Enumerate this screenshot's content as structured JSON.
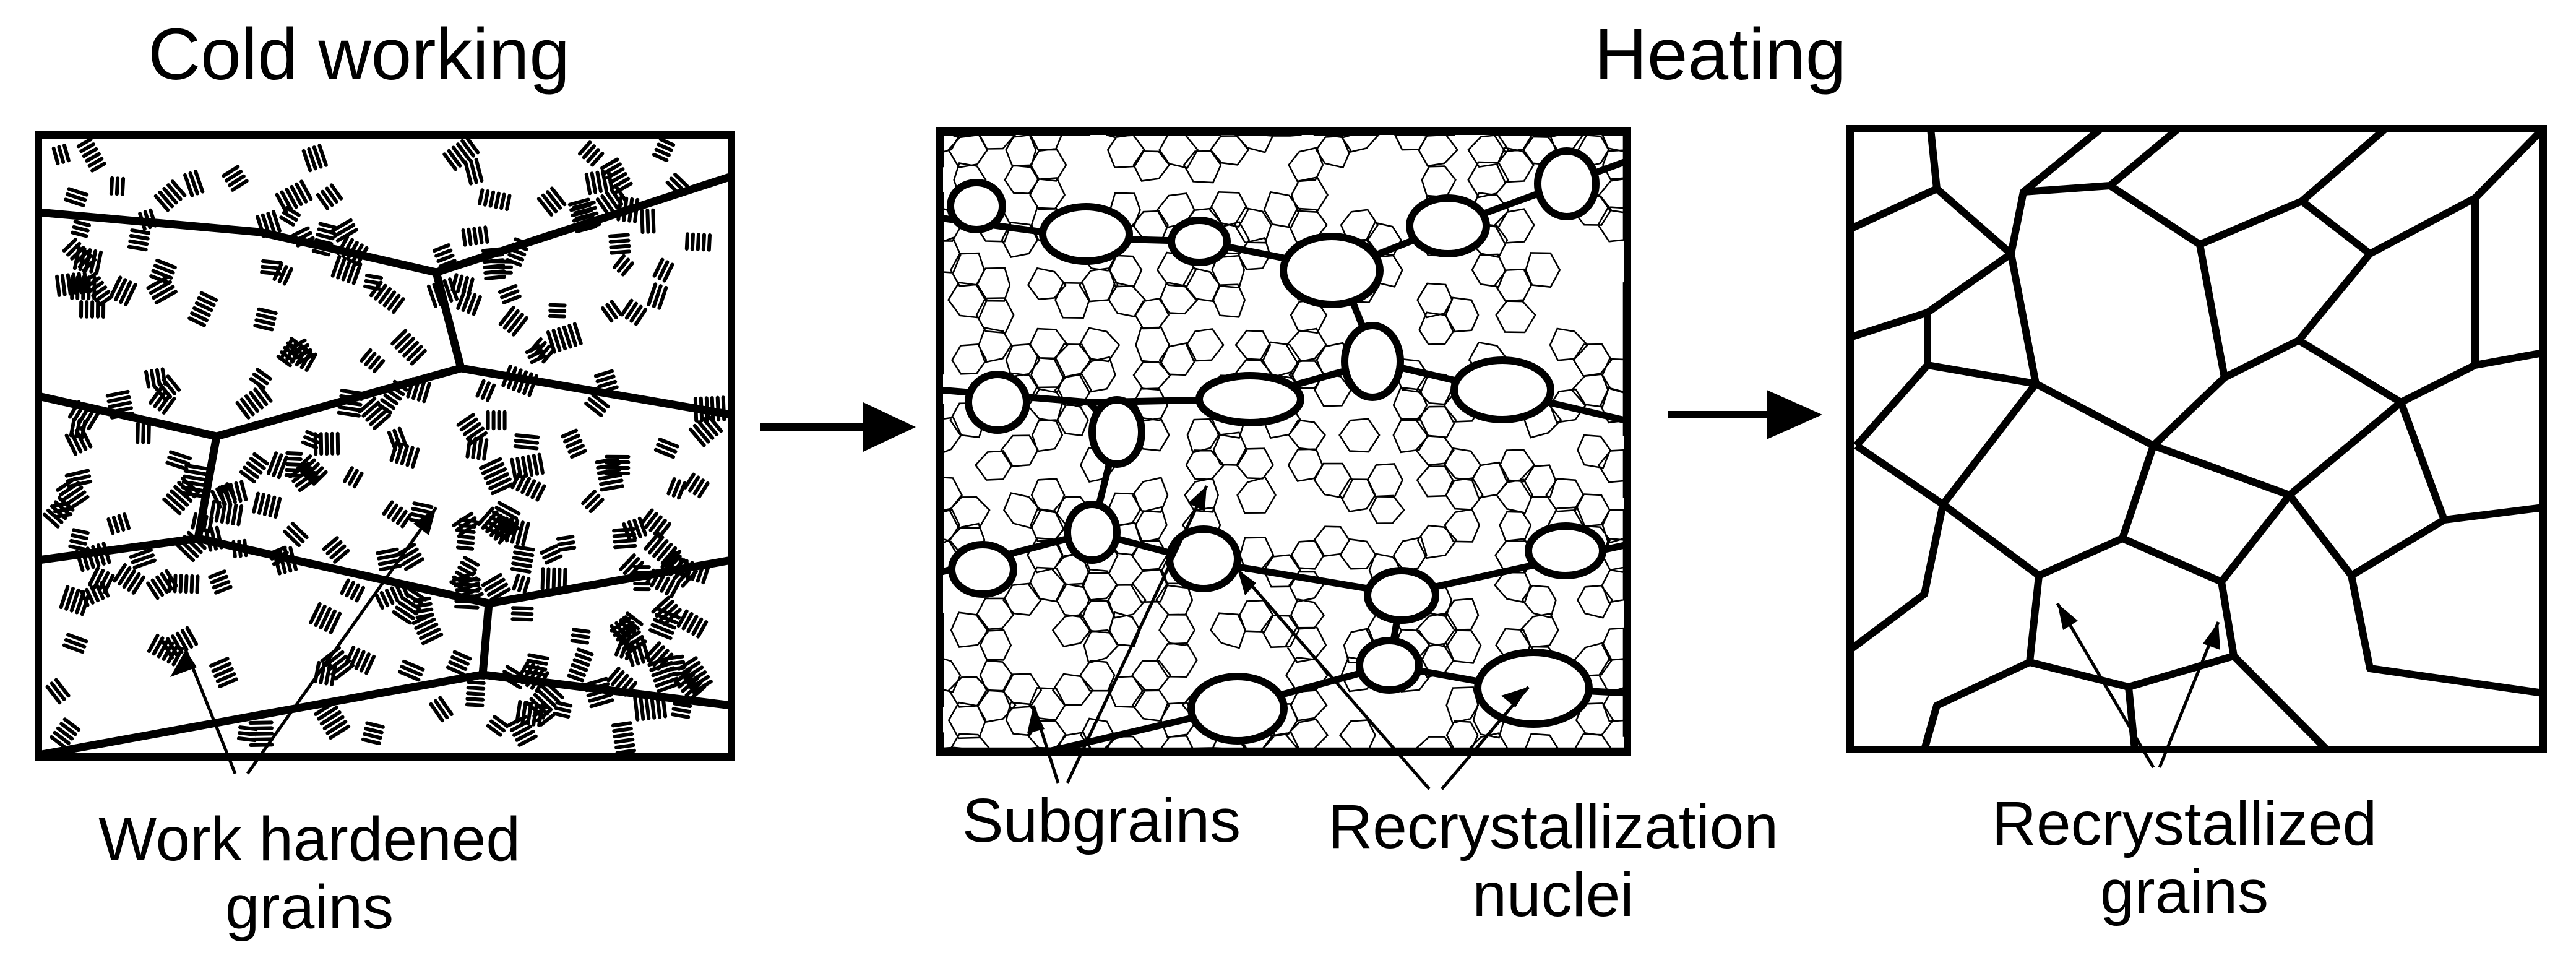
{
  "headings": {
    "cold_working": "Cold working",
    "heating": "Heating"
  },
  "labels": {
    "work_hardened_line1": "Work hardened",
    "work_hardened_line2": "grains",
    "subgrains": "Subgrains",
    "nuclei_line1": "Recrystallization",
    "nuclei_line2": "nuclei",
    "recrystallized_line1": "Recrystallized",
    "recrystallized_line2": "grains"
  },
  "colors": {
    "ink": "#000000",
    "background": "#ffffff"
  },
  "icons": [
    "arrow-right-icon"
  ]
}
